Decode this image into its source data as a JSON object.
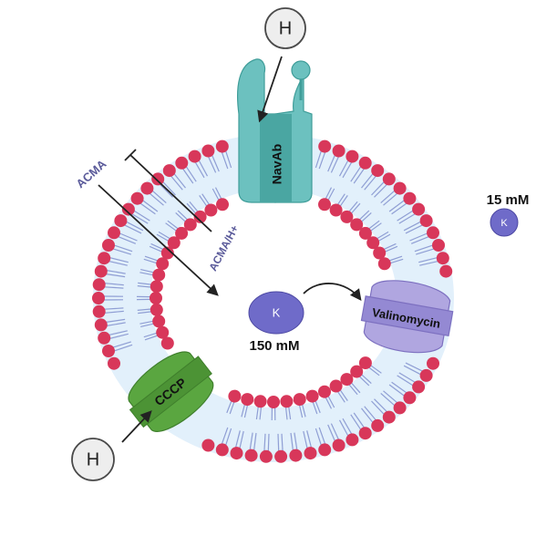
{
  "labels": {
    "proton_top": "H",
    "proton_bottom": "H",
    "navab": "NavAb",
    "acma": "ACMA",
    "acma_h": "ACMA/H+",
    "k_inside": "K",
    "k_inside_conc": "150 mM",
    "k_outside": "K",
    "k_outside_conc": "15 mM",
    "valinomycin": "Valinomycin",
    "cccp": "CCCP"
  },
  "colors": {
    "lipid_head": "#d8375a",
    "lipid_tail": "#8f9ed4",
    "membrane_fill": "#e2f0fb",
    "proton_fill": "#eeeeee",
    "proton_stroke": "#4a4a4a",
    "potassium": "#6f6bc9",
    "navab": "#6cc1bf",
    "navab_dark": "#3f9d99",
    "valinomycin": "#b0a6e0",
    "valinomycin_band": "#7d70c0",
    "cccp": "#5aa640",
    "cccp_dark": "#3f7f2c",
    "acma_text": "#5a5a9a"
  }
}
